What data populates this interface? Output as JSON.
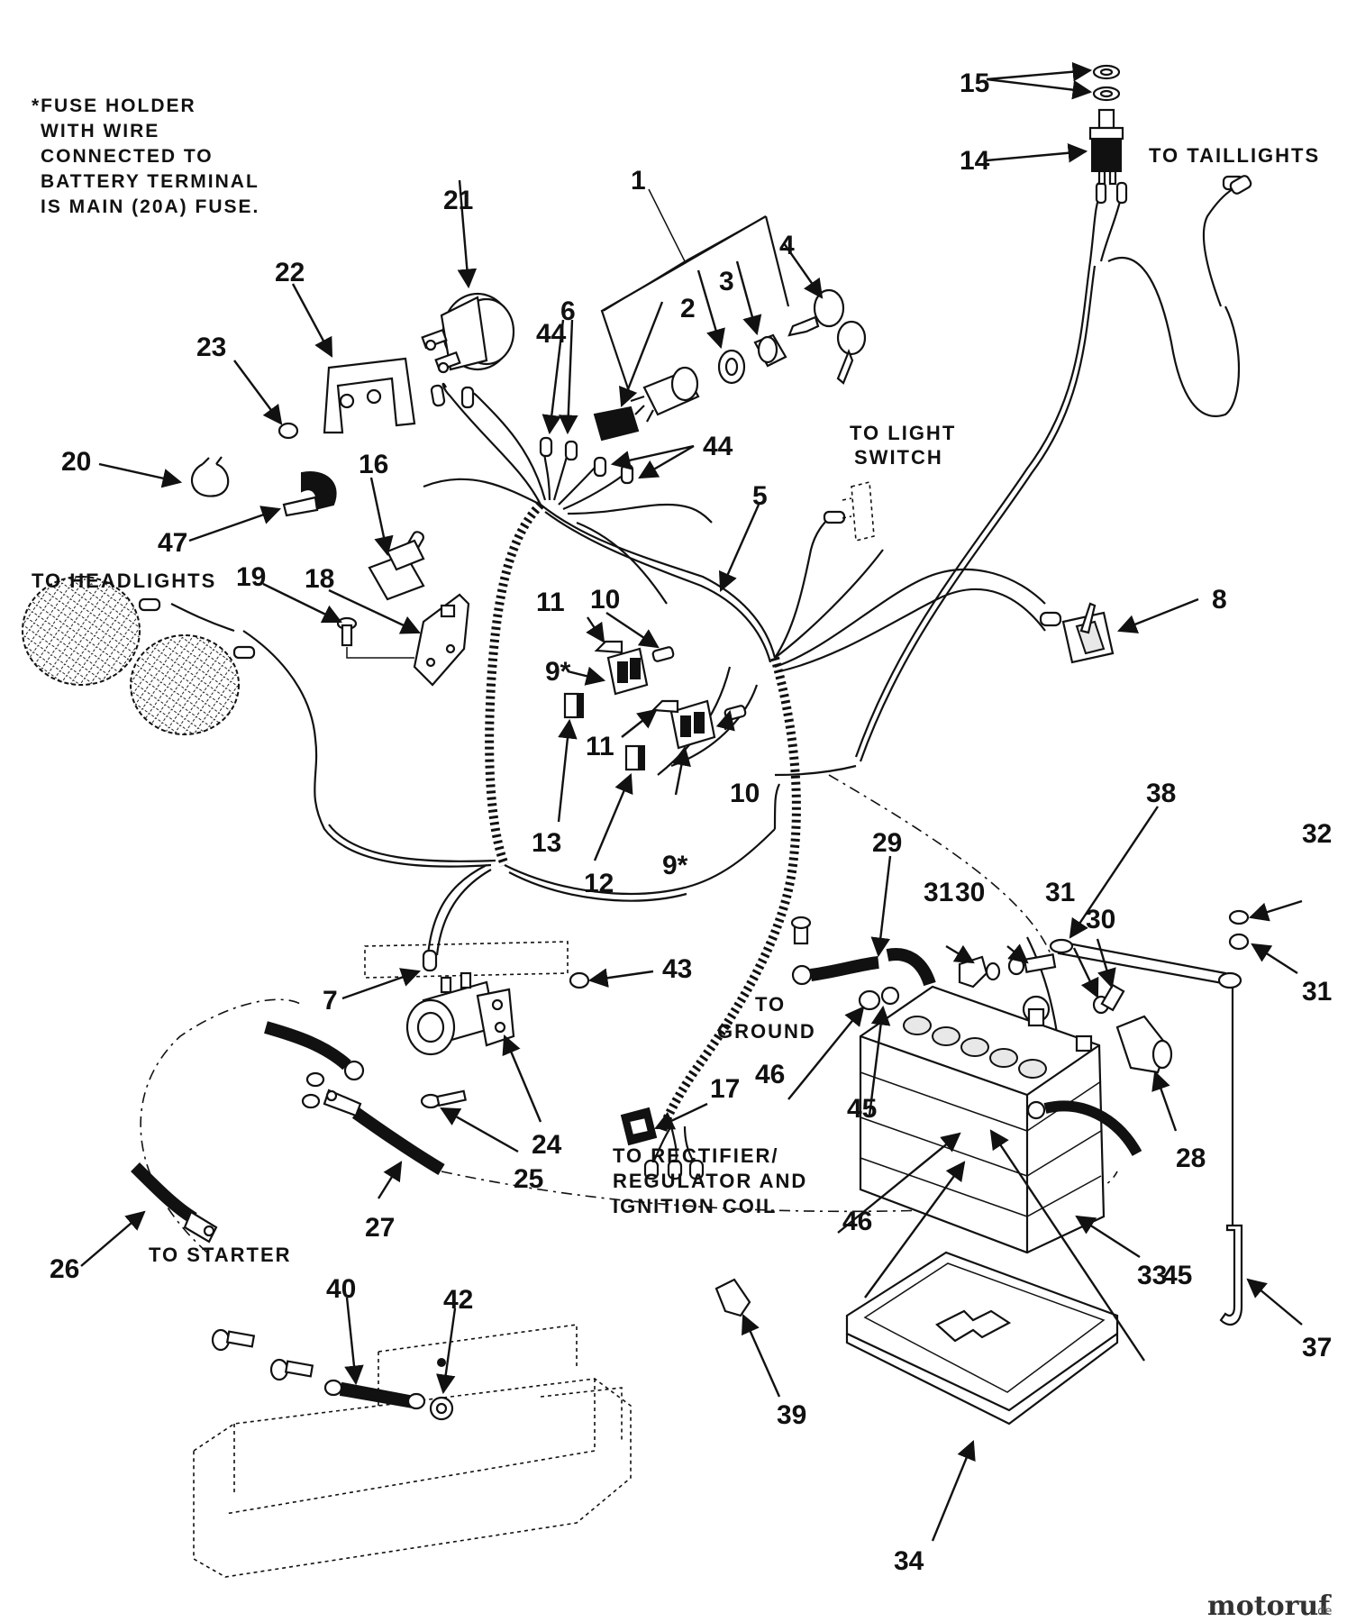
{
  "note": [
    "*FUSE HOLDER",
    "WITH WIRE",
    "CONNECTED TO",
    "BATTERY TERMINAL",
    "IS MAIN (20A) FUSE."
  ],
  "captions": {
    "taillights": "TO TAILLIGHTS",
    "light_switch_1": "TO LIGHT",
    "light_switch_2": "SWITCH",
    "headlights": "TO HEADLIGHTS",
    "ground_1": "TO",
    "ground_2": "GROUND",
    "rectifier_1": "TO RECTIFIER/",
    "rectifier_2": "REGULATOR AND",
    "rectifier_3": "IGNITION COIL",
    "starter": "TO STARTER"
  },
  "callouts": {
    "c1": "1",
    "c2": "2",
    "c3": "3",
    "c4": "4",
    "c5": "5",
    "c6": "6",
    "c7": "7",
    "c8": "8",
    "c9a": "9*",
    "c9b": "9*",
    "c10a": "10",
    "c10b": "10",
    "c11a": "11",
    "c11b": "11",
    "c12": "12",
    "c13": "13",
    "c14": "14",
    "c15": "15",
    "c16": "16",
    "c17": "17",
    "c18": "18",
    "c19": "19",
    "c20": "20",
    "c21": "21",
    "c22": "22",
    "c23": "23",
    "c24": "24",
    "c25": "25",
    "c26": "26",
    "c27": "27",
    "c28": "28",
    "c29": "29",
    "c30a": "30",
    "c30b": "30",
    "c31a": "31",
    "c31b": "31",
    "c31c": "31",
    "c32": "32",
    "c33": "33",
    "c34": "34",
    "c37": "37",
    "c38": "38",
    "c39": "39",
    "c40": "40",
    "c42": "42",
    "c43": "43",
    "c44a": "44",
    "c44b": "44",
    "c45a": "45",
    "c45b": "45",
    "c46a": "46",
    "c46b": "46",
    "c47": "47"
  },
  "watermark": {
    "brand": "motoruf",
    "suffix": ".de"
  }
}
